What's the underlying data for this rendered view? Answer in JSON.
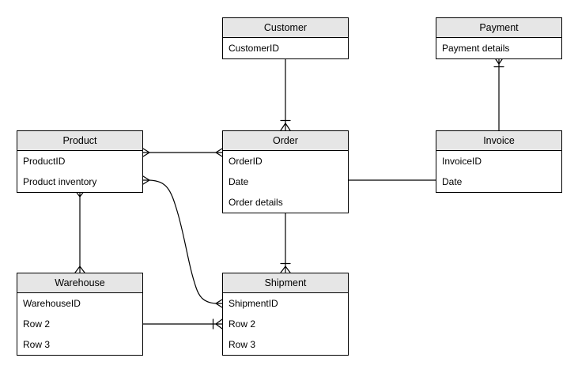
{
  "diagram": {
    "type": "entity-relationship-diagram",
    "background_color": "#ffffff",
    "line_color": "#000000",
    "header_fill_color": "#e6e6e6",
    "text_color": "#000000",
    "entities": [
      {
        "id": "customer",
        "title": "Customer",
        "rows": [
          "CustomerID"
        ]
      },
      {
        "id": "payment",
        "title": "Payment",
        "rows": [
          "Payment details"
        ]
      },
      {
        "id": "product",
        "title": "Product",
        "rows": [
          "ProductID",
          "Product inventory"
        ]
      },
      {
        "id": "order",
        "title": "Order",
        "rows": [
          "OrderID",
          "Date",
          "Order details"
        ]
      },
      {
        "id": "invoice",
        "title": "Invoice",
        "rows": [
          "InvoiceID",
          "Date"
        ]
      },
      {
        "id": "warehouse",
        "title": "Warehouse",
        "rows": [
          "WarehouseID",
          "Row 2",
          "Row 3"
        ]
      },
      {
        "id": "shipment",
        "title": "Shipment",
        "rows": [
          "ShipmentID",
          "Row 2",
          "Row 3"
        ]
      }
    ],
    "relationships": [
      {
        "from": "Customer",
        "to": "Order",
        "from_end": "plain",
        "to_end": "one-to-many-crowfoot"
      },
      {
        "from": "Invoice",
        "to": "Payment",
        "from_end": "plain",
        "to_end": "one-to-many-crowfoot"
      },
      {
        "from": "Product.ProductID",
        "to": "Order.OrderID",
        "from_end": "many-crowfoot",
        "to_end": "many-crowfoot"
      },
      {
        "from": "Product.Product inventory",
        "to": "Shipment.ShipmentID",
        "from_end": "many-crowfoot",
        "to_end": "many-crowfoot",
        "style": "curved"
      },
      {
        "from": "Product",
        "to": "Warehouse",
        "from_end": "many-crowfoot",
        "to_end": "many-crowfoot"
      },
      {
        "from": "Order.Date",
        "to": "Invoice.Date",
        "from_end": "plain",
        "to_end": "plain"
      },
      {
        "from": "Order",
        "to": "Shipment",
        "from_end": "plain",
        "to_end": "one-to-many-crowfoot"
      },
      {
        "from": "Warehouse.Row 2",
        "to": "Shipment.Row 2",
        "from_end": "plain",
        "to_end": "one-to-many-crowfoot"
      }
    ]
  }
}
